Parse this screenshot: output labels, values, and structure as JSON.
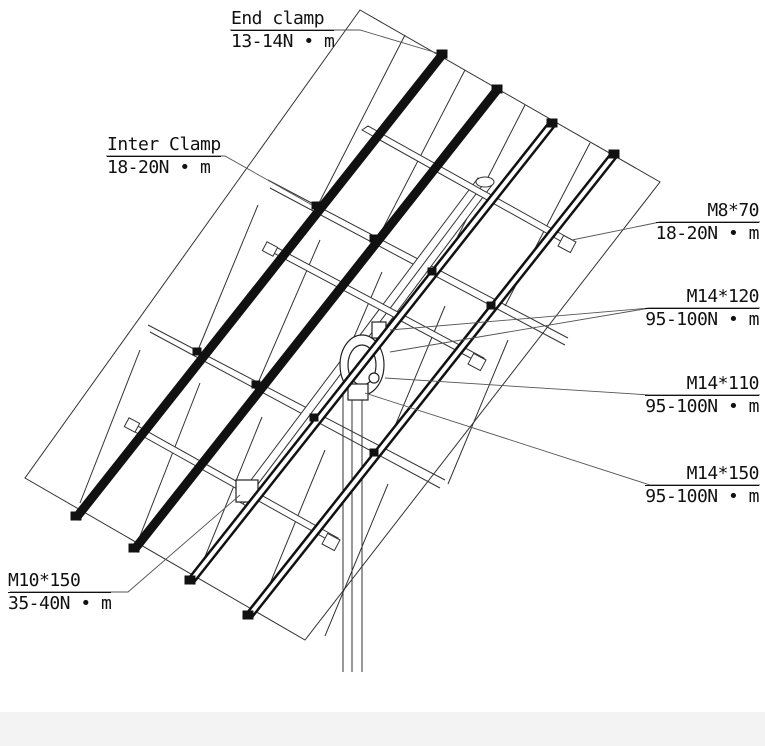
{
  "labels": {
    "end_clamp": {
      "spec": "End clamp",
      "torque": "13-14N • m"
    },
    "inter_clamp": {
      "spec": "Inter Clamp",
      "torque": "18-20N • m"
    },
    "m8x70": {
      "spec": "M8*70",
      "torque": "18-20N • m"
    },
    "m14x120": {
      "spec": "M14*120",
      "torque": "95-100N • m"
    },
    "m14x110": {
      "spec": "M14*110",
      "torque": "95-100N • m"
    },
    "m14x150": {
      "spec": "M14*150",
      "torque": "95-100N • m"
    },
    "m10x150": {
      "spec": "M10*150",
      "torque": "35-40N • m"
    }
  },
  "colors": {
    "line": "#222222",
    "rail_fill": "#111111",
    "leader": "#555555",
    "footer": "#f3f3f3"
  }
}
